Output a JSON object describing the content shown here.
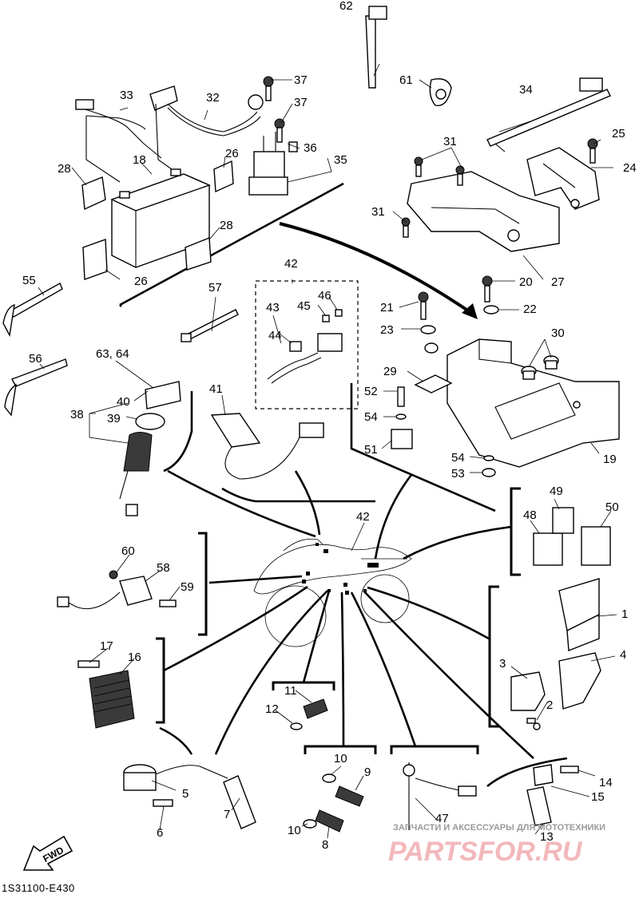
{
  "diagram": {
    "code": "1S31100-E430",
    "fwd_label": "FWD",
    "watermark": {
      "tagline": "ЗАПЧАСТИ И АКСЕССУАРЫ ДЛЯ МОТОТЕХНИКИ",
      "brand": "PARTSFOR.RU"
    },
    "callouts": {
      "c1": "1",
      "c2": "2",
      "c3": "3",
      "c4": "4",
      "c5": "5",
      "c6": "6",
      "c7": "7",
      "c8": "8",
      "c9": "9",
      "c10a": "10",
      "c10b": "10",
      "c11": "11",
      "c12": "12",
      "c13": "13",
      "c14": "14",
      "c15": "15",
      "c16": "16",
      "c17": "17",
      "c18": "18",
      "c19": "19",
      "c20": "20",
      "c21": "21",
      "c22": "22",
      "c23": "23",
      "c24": "24",
      "c25": "25",
      "c26a": "26",
      "c26b": "26",
      "c27": "27",
      "c28a": "28",
      "c28b": "28",
      "c29": "29",
      "c30": "30",
      "c31a": "31",
      "c31b": "31",
      "c32": "32",
      "c33": "33",
      "c34": "34",
      "c35": "35",
      "c36": "36",
      "c37a": "37",
      "c37b": "37",
      "c38": "38",
      "c39": "39",
      "c40": "40",
      "c41": "41",
      "c42a": "42",
      "c42b": "42",
      "c43": "43",
      "c44": "44",
      "c45": "45",
      "c46": "46",
      "c47": "47",
      "c48": "48",
      "c49": "49",
      "c50": "50",
      "c51": "51",
      "c52": "52",
      "c53": "53",
      "c54a": "54",
      "c54b": "54",
      "c55": "55",
      "c56": "56",
      "c57": "57",
      "c58": "58",
      "c59": "59",
      "c60": "60",
      "c61": "61",
      "c62": "62",
      "c6364": "63, 64"
    }
  }
}
